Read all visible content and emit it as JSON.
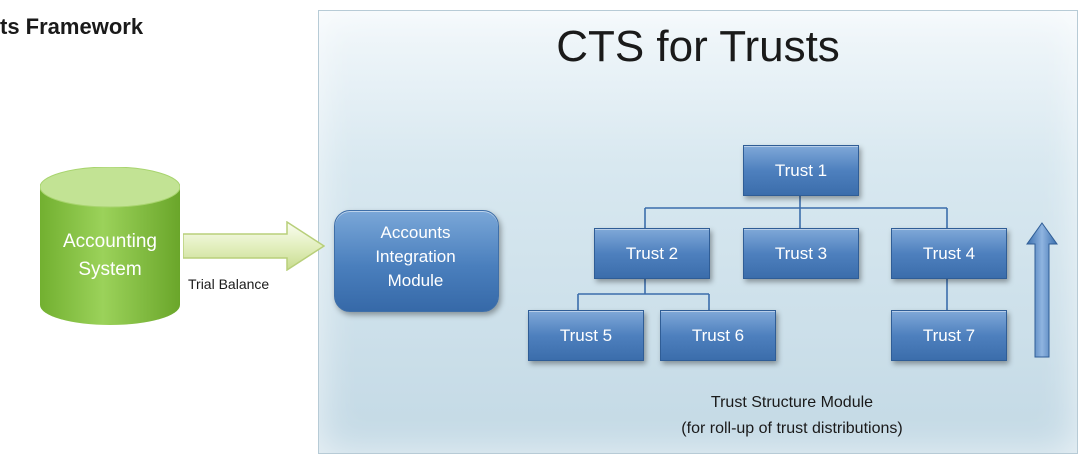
{
  "page_title": "ts Framework",
  "panel": {
    "title": "CTS for Trusts"
  },
  "accounting_system": {
    "line1": "Accounting",
    "line2": "System"
  },
  "flow_label": "Trial Balance",
  "module": {
    "line1": "Accounts",
    "line2": "Integration",
    "line3": "Module"
  },
  "trusts": {
    "t1": "Trust 1",
    "t2": "Trust 2",
    "t3": "Trust 3",
    "t4": "Trust 4",
    "t5": "Trust 5",
    "t6": "Trust 6",
    "t7": "Trust 7"
  },
  "caption": {
    "line1": "Trust Structure Module",
    "line2": "(for roll-up of trust distributions)"
  },
  "colors": {
    "cylinder": "#8dc641",
    "arrow": "#d6e7a8",
    "box_blue": "#4a7fbd",
    "panel": "#d8e8f0"
  }
}
